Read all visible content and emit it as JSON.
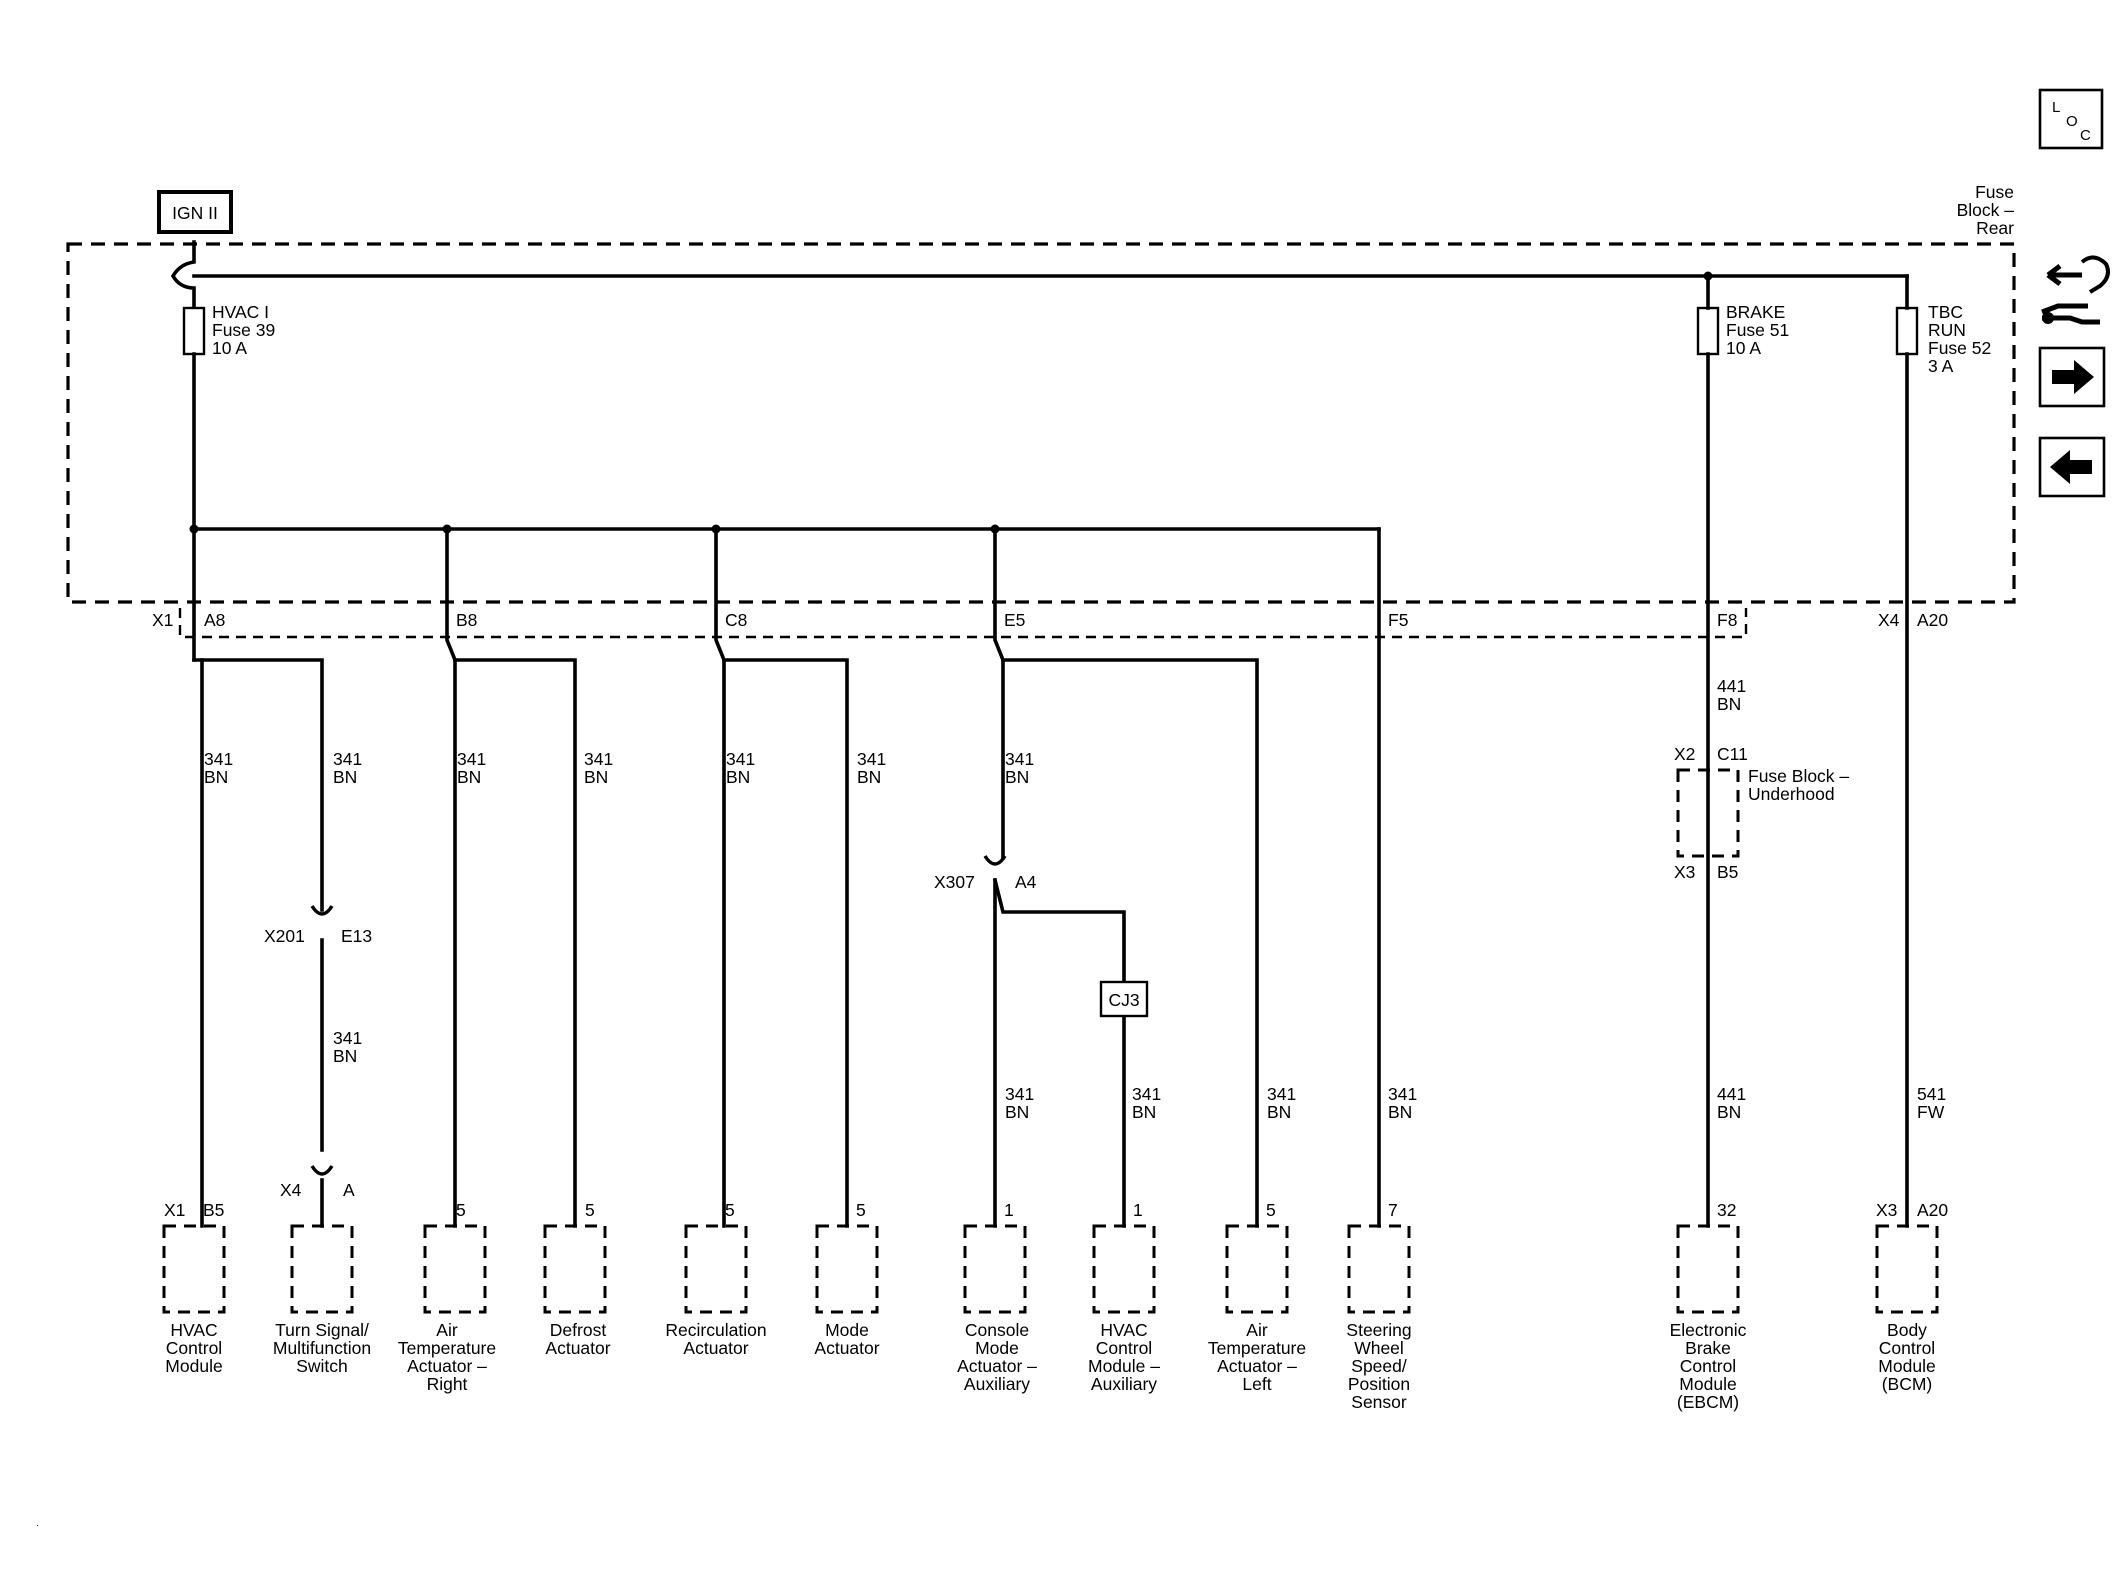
{
  "loc_button": {
    "l": "L",
    "o": "O",
    "c": "C"
  },
  "ign_label": "IGN II",
  "fuse_block_rear": [
    "Fuse",
    "Block –",
    "Rear"
  ],
  "fuses": {
    "hvac": [
      "HVAC I",
      "Fuse 39",
      "10 A"
    ],
    "brake": [
      "BRAKE",
      "Fuse 51",
      "10 A"
    ],
    "tbc": [
      "TBC",
      "RUN",
      "Fuse 52",
      "3 A"
    ]
  },
  "connectors": {
    "x1": "X1",
    "a8": "A8",
    "b8": "B8",
    "c8": "C8",
    "e5": "E5",
    "f5": "F5",
    "f8": "F8",
    "x4_top": "X4",
    "a20_top": "A20",
    "x201": "X201",
    "e13": "E13",
    "x307": "X307",
    "a4": "A4",
    "x2": "X2",
    "c11": "C11",
    "x3_mid": "X3",
    "b5_mid": "B5",
    "cj3": "CJ3"
  },
  "fuse_block_underhood": [
    "Fuse Block –",
    "Underhood"
  ],
  "wires": {
    "w341": [
      "341",
      "BN"
    ],
    "w441": [
      "441",
      "BN"
    ],
    "w541": [
      "541",
      "FW"
    ]
  },
  "pins": {
    "hvac_x1": "X1",
    "hvac_b5": "B5",
    "turn_x4": "X4",
    "turn_a": "A",
    "p5": "5",
    "p1": "1",
    "p7": "7",
    "p32": "32",
    "bcm_x3": "X3",
    "bcm_a20": "A20"
  },
  "components": {
    "hvac_module": [
      "HVAC",
      "Control",
      "Module"
    ],
    "turn_switch": [
      "Turn Signal/",
      "Multifunction",
      "Switch"
    ],
    "air_temp_right": [
      "Air",
      "Temperature",
      "Actuator –",
      "Right"
    ],
    "defrost": [
      "Defrost",
      "Actuator"
    ],
    "recirculation": [
      "Recirculation",
      "Actuator"
    ],
    "mode": [
      "Mode",
      "Actuator"
    ],
    "console_mode": [
      "Console",
      "Mode",
      "Actuator –",
      "Auxiliary"
    ],
    "hvac_aux": [
      "HVAC",
      "Control",
      "Module –",
      "Auxiliary"
    ],
    "air_temp_left": [
      "Air",
      "Temperature",
      "Actuator –",
      "Left"
    ],
    "steering": [
      "Steering",
      "Wheel",
      "Speed/",
      "Position",
      "Sensor"
    ],
    "ebcm": [
      "Electronic",
      "Brake",
      "Control",
      "Module",
      "(EBCM)"
    ],
    "bcm": [
      "Body",
      "Control",
      "Module",
      "(BCM)"
    ]
  },
  "nav_icons": [
    "components-icon",
    "next-arrow-icon",
    "previous-arrow-icon"
  ]
}
